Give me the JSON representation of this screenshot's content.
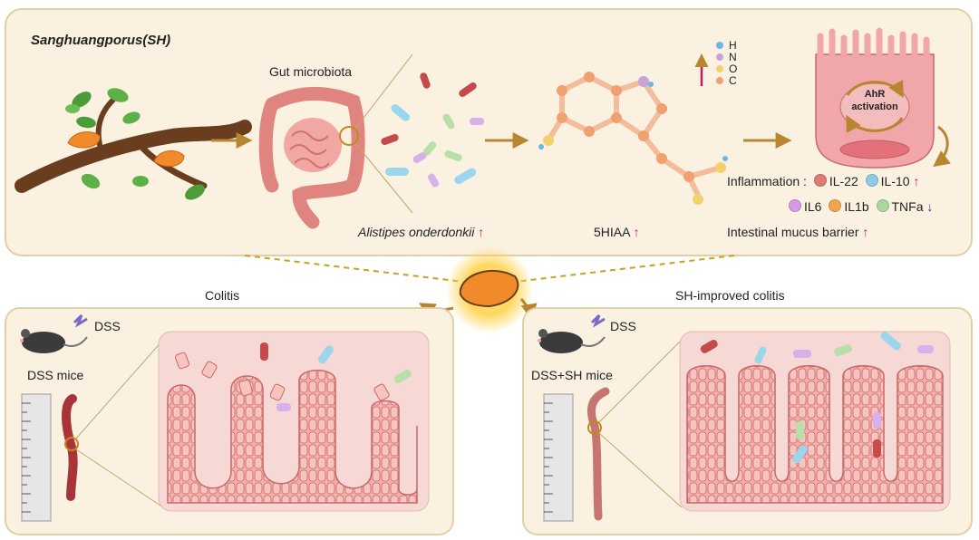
{
  "top_panel": {
    "title": "Sanghuangporus(SH)",
    "gut_label": "Gut microbiota",
    "bacterium_label": "Alistipes onderdonkii",
    "metabolite_label": "5HIAA",
    "up_arrow": "↑",
    "down_arrow": "↓",
    "legend": [
      {
        "letter": "H",
        "color": "#6fb6e6"
      },
      {
        "letter": "N",
        "color": "#c9a2d9"
      },
      {
        "letter": "O",
        "color": "#f2d36b"
      },
      {
        "letter": "C",
        "color": "#f1a06f"
      }
    ],
    "cell_label_1": "AhR",
    "cell_label_2": "activation",
    "inflammation_label": "Inflammation :",
    "cytokines_up": [
      {
        "name": "IL-22",
        "color": "#e07a74"
      },
      {
        "name": "IL-10",
        "color": "#8ecbe6"
      }
    ],
    "cytokines_down": [
      {
        "name": "IL6",
        "color": "#d69be6"
      },
      {
        "name": "IL1b",
        "color": "#f0a44e"
      },
      {
        "name": "TNFa",
        "color": "#a9d89a"
      }
    ],
    "barrier_label": "Intestinal mucus barrier"
  },
  "bottom_left": {
    "title": "Colitis",
    "dss_label": "DSS",
    "mice_label": "DSS mice"
  },
  "bottom_right": {
    "title": "SH-improved colitis",
    "dss_label": "DSS",
    "mice_label": "DSS+SH mice"
  },
  "colors": {
    "panel_fill": "#faf1e1",
    "panel_stroke": "#e2cfa6",
    "arrow": "#b8862e",
    "tissue": "#f0a6a6",
    "tissue_dark": "#c6575d",
    "mushroom": "#f08a2a"
  }
}
